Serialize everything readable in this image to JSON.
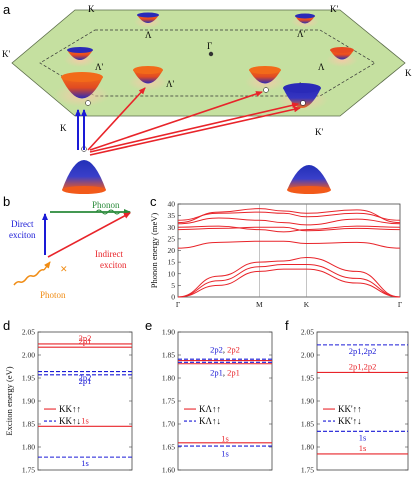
{
  "panel_labels": {
    "a": "a",
    "b": "b",
    "c": "c",
    "d": "d",
    "e": "e",
    "f": "f"
  },
  "bz": {
    "gamma": "Γ",
    "K": "K",
    "Kp": "K'",
    "Lambda": "Λ",
    "Lambda_p": "Λ'"
  },
  "panel_b": {
    "phonon": "Phonon",
    "direct": [
      "Direct",
      "exciton"
    ],
    "indirect": [
      "Indirect",
      "exciton"
    ],
    "photon": "Photon"
  },
  "colors": {
    "red": "#e8242a",
    "blue": "#1a1ad6",
    "green": "#2a8a3a",
    "orange": "#f08c14",
    "bz": "#c5e0a0"
  },
  "chart_data": [
    {
      "type": "line",
      "id": "c",
      "ylabel": "Phonon energy (meV)",
      "ylim": [
        0,
        40
      ],
      "yticks": [
        "0",
        "5",
        "10",
        "15",
        "20",
        "25",
        "30",
        "35",
        "40"
      ],
      "xticks": [
        "Γ",
        "M",
        "K",
        "Γ"
      ],
      "x_positions": [
        0,
        1,
        1.58,
        2.73
      ],
      "branches": [
        [
          [
            0,
            0
          ],
          [
            0.5,
            9
          ],
          [
            1,
            15
          ],
          [
            1.3,
            15.5
          ],
          [
            1.58,
            17
          ],
          [
            2.2,
            11
          ],
          [
            2.73,
            0
          ]
        ],
        [
          [
            0,
            0
          ],
          [
            0.5,
            7
          ],
          [
            1,
            13
          ],
          [
            1.3,
            14
          ],
          [
            1.58,
            14
          ],
          [
            2.2,
            8
          ],
          [
            2.73,
            0
          ]
        ],
        [
          [
            0,
            0
          ],
          [
            0.5,
            5
          ],
          [
            1,
            11
          ],
          [
            1.3,
            12
          ],
          [
            1.58,
            12
          ],
          [
            2.2,
            6
          ],
          [
            2.73,
            0
          ]
        ],
        [
          [
            0,
            21
          ],
          [
            0.5,
            23.5
          ],
          [
            1,
            24
          ],
          [
            1.3,
            24
          ],
          [
            1.58,
            23
          ],
          [
            2.2,
            23.5
          ],
          [
            2.73,
            21
          ]
        ],
        [
          [
            0,
            29
          ],
          [
            0.5,
            29.5
          ],
          [
            1,
            30
          ],
          [
            1.3,
            30
          ],
          [
            1.58,
            28.5
          ],
          [
            2.2,
            29.5
          ],
          [
            2.73,
            29
          ]
        ],
        [
          [
            0,
            30
          ],
          [
            0.5,
            30.5
          ],
          [
            1,
            29
          ],
          [
            1.3,
            28
          ],
          [
            1.58,
            29
          ],
          [
            2.2,
            30.5
          ],
          [
            2.73,
            30
          ]
        ],
        [
          [
            0,
            31.5
          ],
          [
            0.5,
            34
          ],
          [
            1,
            33
          ],
          [
            1.3,
            32
          ],
          [
            1.58,
            31
          ],
          [
            2.2,
            33.5
          ],
          [
            2.73,
            31.5
          ]
        ],
        [
          [
            0,
            32
          ],
          [
            0.5,
            36.5
          ],
          [
            1,
            38
          ],
          [
            1.3,
            37
          ],
          [
            1.58,
            36
          ],
          [
            2.2,
            37.5
          ],
          [
            2.73,
            32
          ]
        ],
        [
          [
            0,
            33
          ],
          [
            0.5,
            36
          ],
          [
            1,
            36.5
          ],
          [
            1.3,
            36
          ],
          [
            1.58,
            34.5
          ],
          [
            2.2,
            36
          ],
          [
            2.73,
            33
          ]
        ]
      ]
    },
    {
      "type": "levels",
      "id": "d",
      "ylabel": "Exciton energy (eV)",
      "ylim": [
        1.75,
        2.05
      ],
      "yticks": [
        "1.75",
        "1.80",
        "1.85",
        "1.90",
        "1.95",
        "2.00",
        "2.05"
      ],
      "series": [
        {
          "name": "KK↑↑",
          "color": "red",
          "style": "solid",
          "levels": [
            {
              "label": "1s",
              "value": 1.845
            },
            {
              "label": "2p1",
              "value": 2.017
            },
            {
              "label": "2p2",
              "value": 2.024
            }
          ]
        },
        {
          "name": "KK↑↓",
          "color": "blue",
          "style": "dashed",
          "levels": [
            {
              "label": "1s",
              "value": 1.778
            },
            {
              "label": "2p1",
              "value": 1.957
            },
            {
              "label": "2p2",
              "value": 1.964
            }
          ]
        }
      ]
    },
    {
      "type": "levels",
      "id": "e",
      "ylabel": "",
      "ylim": [
        1.6,
        1.9
      ],
      "yticks": [
        "1.60",
        "1.65",
        "1.70",
        "1.75",
        "1.80",
        "1.85",
        "1.90"
      ],
      "series": [
        {
          "name": "KΛ↑↑",
          "color": "red",
          "style": "solid",
          "levels": [
            {
              "label": "1s",
              "value": 1.659
            },
            {
              "label": "2p1",
              "value": 1.831
            },
            {
              "label": "2p2",
              "value": 1.838
            }
          ]
        },
        {
          "name": "KΛ↑↓",
          "color": "blue",
          "style": "dashed",
          "levels": [
            {
              "label": "1s",
              "value": 1.652
            },
            {
              "label": "2p1",
              "value": 1.834
            },
            {
              "label": "2p2",
              "value": 1.841
            }
          ]
        }
      ],
      "labels": [
        {
          "text": "2p2, 2p2",
          "value": 1.862,
          "parts": [
            {
              "t": "2p2",
              "c": "blue"
            },
            {
              "t": ", ",
              "c": "black"
            },
            {
              "t": "2p2",
              "c": "red"
            }
          ]
        },
        {
          "text": "2p1, 2p1",
          "value": 1.812,
          "parts": [
            {
              "t": "2p1",
              "c": "blue"
            },
            {
              "t": ", ",
              "c": "black"
            },
            {
              "t": "2p1",
              "c": "red"
            }
          ]
        },
        {
          "text": "1s",
          "value": 1.668,
          "parts": [
            {
              "t": "1s",
              "c": "red"
            }
          ]
        },
        {
          "text": "1s",
          "value": 1.636,
          "parts": [
            {
              "t": "1s",
              "c": "blue"
            }
          ]
        }
      ]
    },
    {
      "type": "levels",
      "id": "f",
      "ylabel": "",
      "ylim": [
        1.75,
        2.05
      ],
      "yticks": [
        "1.75",
        "1.80",
        "1.85",
        "1.90",
        "1.95",
        "2.00",
        "2.05"
      ],
      "series": [
        {
          "name": "KK'↑↑",
          "color": "red",
          "style": "solid",
          "levels": [
            {
              "label": "1s",
              "value": 1.785
            },
            {
              "label": "2p1,2p2",
              "value": 1.962
            }
          ]
        },
        {
          "name": "KK'↑↓",
          "color": "blue",
          "style": "dashed",
          "levels": [
            {
              "label": "1s",
              "value": 1.834
            },
            {
              "label": "2p1,2p2",
              "value": 2.022
            }
          ]
        }
      ]
    }
  ]
}
